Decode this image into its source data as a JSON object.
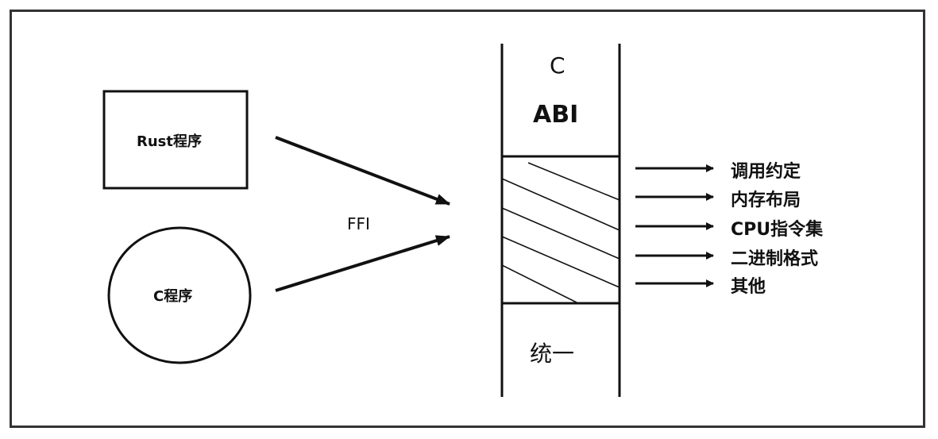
{
  "rust_box": {
    "label": "Rust程序"
  },
  "c_circle": {
    "label": "C程序"
  },
  "ffi_label": "FFI",
  "abi_column": {
    "top_letter": "C",
    "title": "ABI",
    "bottom_label": "统一"
  },
  "abi_properties": [
    "调用约定",
    "内存布局",
    "CPU指令集",
    "二进制格式",
    "其他"
  ]
}
